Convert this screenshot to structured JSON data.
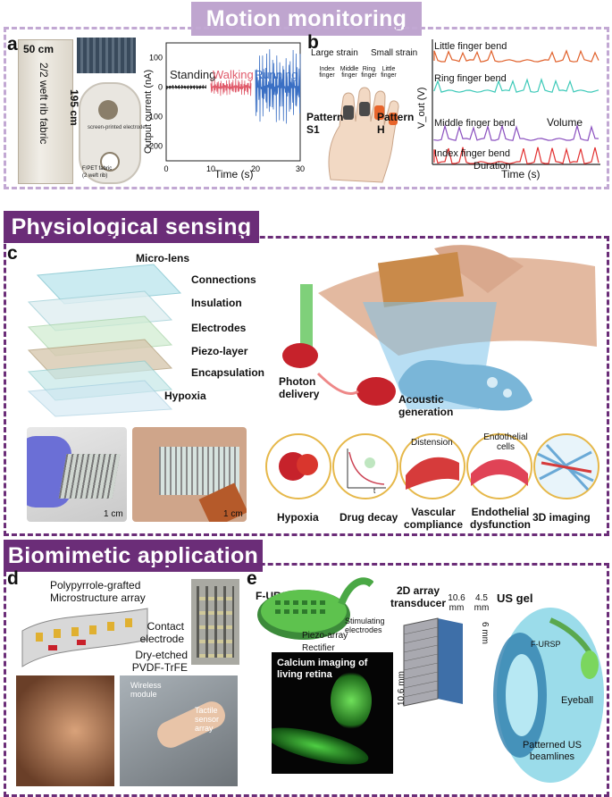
{
  "sections": {
    "motion": "Motion monitoring",
    "physio": "Physiological sensing",
    "biomimetic": "Biomimetic application"
  },
  "panel_labels": {
    "a": "a",
    "b": "b",
    "c": "c",
    "d": "d",
    "e": "e"
  },
  "panel_a": {
    "fabric_width": "50 cm",
    "fabric_height": "195 cm",
    "fabric_type": "2/2 weft rib fabric",
    "inset_label": "F/PET fabric",
    "inset_sublabel": "(2 weft rib)",
    "electrode_label": "screen-printed electrode",
    "chart": {
      "states": [
        "Standing",
        "Walking",
        "Running"
      ],
      "state_colors": [
        "#222222",
        "#e05a6a",
        "#3a6fc4"
      ],
      "ylabel": "Output current (nA)",
      "xlabel": "Time (s)",
      "yticks": [
        "100",
        "0",
        "-100",
        "-200"
      ],
      "xticks": [
        "0",
        "10",
        "20",
        "30"
      ]
    }
  },
  "panel_b": {
    "large_strain": "Large strain",
    "small_strain": "Small strain",
    "fingers": [
      "Index finger",
      "Middle finger",
      "Ring finger",
      "Little finger"
    ],
    "pattern_s1": "Pattern S1",
    "pattern_h": "Pattern H",
    "ylabel": "V_out (V)",
    "xlabel": "Time (s)",
    "traces": [
      {
        "label": "Little finger bend",
        "color": "#e0602a"
      },
      {
        "label": "Ring finger bend",
        "color": "#3cc9b8"
      },
      {
        "label": "Middle finger bend",
        "color": "#8a4fbf"
      },
      {
        "label": "Index finger bend",
        "color": "#e23030"
      }
    ],
    "volume": "Volume",
    "duration": "Duration"
  },
  "panel_c": {
    "layers": [
      "Micro-lens",
      "Connections",
      "Insulation",
      "Electrodes",
      "Piezo-layer",
      "Encapsulation",
      "Hypoxia"
    ],
    "scale_bar": "1 cm",
    "photon": "Photon delivery",
    "acoustic": "Acoustic generation",
    "distension": "Distension",
    "endothelial_cells": "Endothelial cells",
    "axis_t": "t",
    "applications": [
      "Hypoxia",
      "Drug decay",
      "Vascular compliance",
      "Endothelial dysfunction",
      "3D imaging"
    ]
  },
  "panel_d": {
    "polypyrrole": "Polypyrrole-grafted Microstructure array",
    "contact": "Contact electrode",
    "pvdf": "Dry-etched PVDF-TrFE",
    "wireless": "Wireless module",
    "tactile": "Tactile sensor array"
  },
  "panel_e": {
    "furs": "F-URSP",
    "stimulating": "Stimulating electrodes",
    "piezo": "Piezo-array",
    "rectifier": "Rectifier",
    "array": "2D array transducer",
    "dim1": "10.6 mm",
    "dim2": "4.5 mm",
    "dim3": "10.6 mm",
    "dim4": "6 mm",
    "usgel": "US gel",
    "furs2": "F-URSP",
    "eyeball": "Eyeball",
    "beamlines": "Patterned US beamlines",
    "calcium": "Calcium imaging of living retina"
  }
}
